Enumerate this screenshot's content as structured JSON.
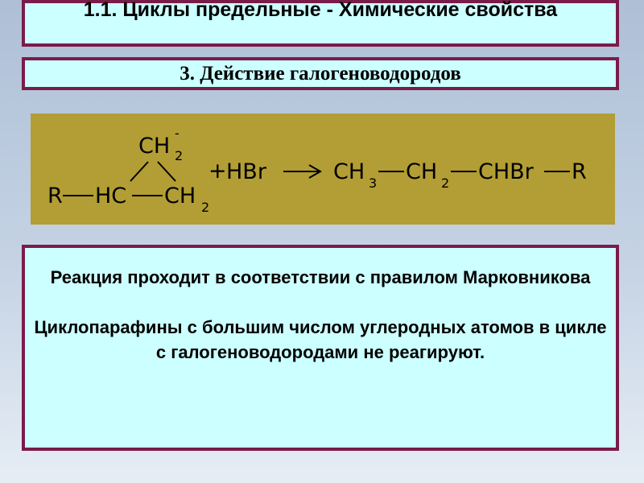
{
  "slide": {
    "title": "1.1. Циклы предельные - Химические свойства",
    "subtitle": "3. Действие галогеноводородов",
    "reaction": {
      "ring_top_group": "CH",
      "ring_top_sub": "2",
      "ring_top_charge": "-",
      "substituent": "R",
      "ring_left_group": "HC",
      "ring_right_group": "CH",
      "ring_right_sub": "2",
      "plus": "+",
      "reagent": "HBr",
      "product_group_1": "CH",
      "product_sub_1": "3",
      "product_group_2": "CH",
      "product_sub_2": "2",
      "product_group_3": "CHBr",
      "product_group_4": "R"
    },
    "note_line_1": "Реакция проходит в соответствии с правилом Марковникова",
    "note_line_2": "Циклопарафины с большим числом углеродных атомов в цикле с галогеноводородами не реагируют."
  },
  "colors": {
    "box_fill": "#ccffff",
    "box_border": "#7a1c4a",
    "reaction_panel": "#b39e35"
  }
}
